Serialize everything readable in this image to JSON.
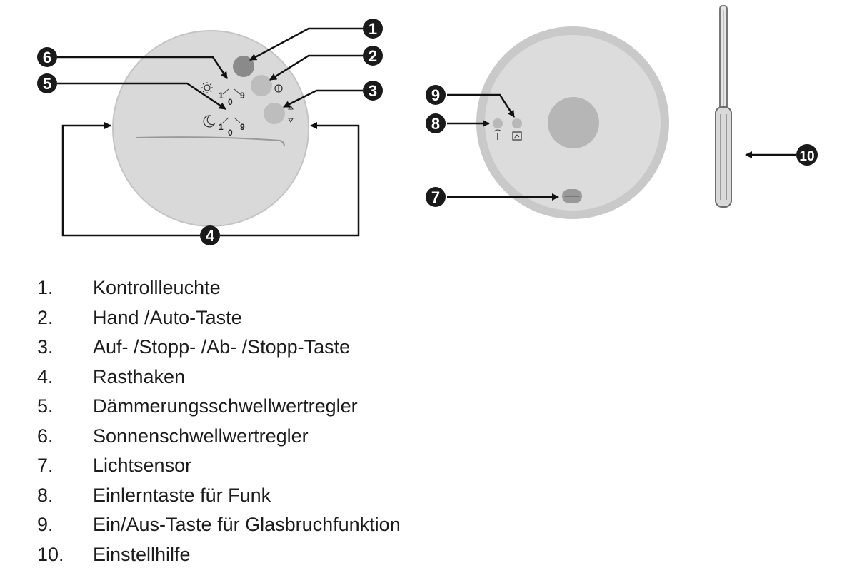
{
  "callouts": [
    "1",
    "2",
    "3",
    "4",
    "5",
    "6",
    "7",
    "8",
    "9",
    "10"
  ],
  "dial_marks": {
    "low": "1",
    "mid": "0",
    "high": "9"
  },
  "legend": [
    {
      "num": "1.",
      "text": "Kontrollleuchte"
    },
    {
      "num": "2.",
      "text": "Hand /Auto-Taste"
    },
    {
      "num": "3.",
      "text": "Auf- /Stopp- /Ab- /Stopp-Taste"
    },
    {
      "num": "4.",
      "text": "Rasthaken"
    },
    {
      "num": "5.",
      "text": "Dämmerungsschwellwertregler"
    },
    {
      "num": "6.",
      "text": "Sonnenschwellwertregler"
    },
    {
      "num": "7.",
      "text": "Lichtsensor"
    },
    {
      "num": "8.",
      "text": "Einlerntaste für Funk"
    },
    {
      "num": "9.",
      "text": "Ein/Aus-Taste für Glasbruchfunktion"
    },
    {
      "num": "10.",
      "text": "Einstellhilfe"
    }
  ],
  "colors": {
    "device_fill": "#d9d9d9",
    "device_ring": "#c9c9c9",
    "led": "#8a8a8a",
    "button": "#bdbdbd",
    "line": "#111111"
  }
}
